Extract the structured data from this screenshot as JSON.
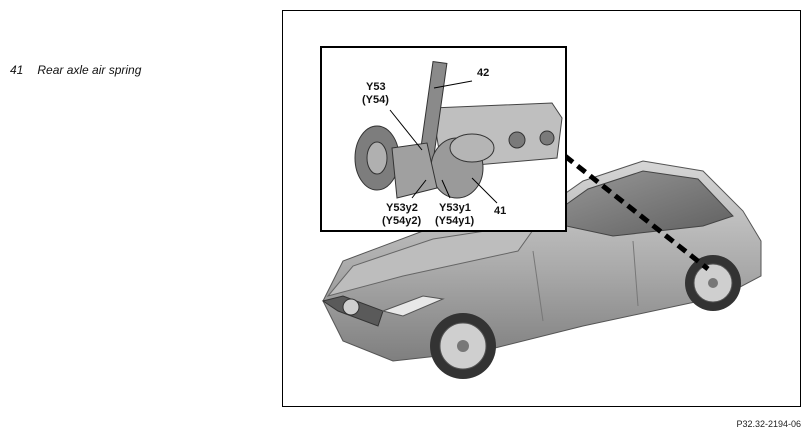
{
  "legend": {
    "items": [
      {
        "number": "41",
        "text": "Rear axle air spring"
      }
    ]
  },
  "figure": {
    "id": "P32.32-2194-06",
    "callouts": {
      "c42": "42",
      "y53": "Y53",
      "y54": "(Y54)",
      "y53y2": "Y53y2",
      "y54y2": "(Y54y2)",
      "y53y1": "Y53y1",
      "y54y1": "(Y54y1)",
      "c41": "41"
    }
  }
}
